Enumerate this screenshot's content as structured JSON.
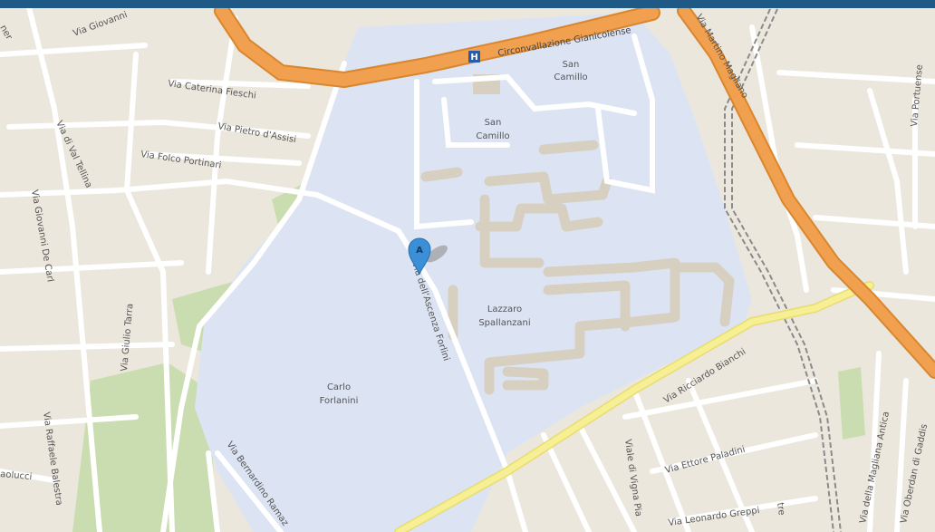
{
  "colors": {
    "land": "#ece7dd",
    "road": "#ffffff",
    "park": "#c9ddb0",
    "hospital": "#dce4f4",
    "building": "#d7cfc0",
    "highway": "#f0a04e",
    "highway_edge": "#d9862f",
    "yellow_road": "#f6ef93",
    "railway": "#8a8a8a",
    "marker": "#3a8fd6",
    "top_bar": "#1e5a85"
  },
  "marker": {
    "label": "A"
  },
  "hospital_sign": "H",
  "areas": {
    "san_camillo_top": [
      "San",
      "Camillo"
    ],
    "san_camillo_mid": [
      "San",
      "Camillo"
    ],
    "lazzaro": [
      "Lazzaro",
      "Spallanzani"
    ],
    "carlo": [
      "Carlo",
      "Forlanini"
    ]
  },
  "streets": {
    "circonvallazione": "Circonvallazione Gianicolense",
    "via_giovanni": "Via Giovanni",
    "via_caterina": "Via Caterina Fieschi",
    "via_pietro": "Via Pietro d'Assisi",
    "via_folco": "Via Folco Portinari",
    "via_val_tellina": "Via di Val Tellina",
    "via_giovanni_decarl": "Via Giovanni De Carl",
    "via_giulio": "Via Giulio Tarra",
    "via_raffaele": "Via Raffaele Balestra",
    "paolucci": "aolucci",
    "via_bernardino": "Via Bernardino Ramaz",
    "via_portuense": "Via Portuense",
    "via_ricciardo": "Via Ricciardo Bianchi",
    "viale_vigna_pia": "Viale di Vigna Pia",
    "via_ettore": "Via Ettore Paladini",
    "via_leonardo": "Via Leonardo Greppi",
    "via_magliana": "Via della Magliana Antica",
    "via_oberdan": "Via Oberdan di Gaddis",
    "via_mariano": "Via Martino Magliano",
    "via_ascenza": "Via dell'Ascenza Forlini",
    "far_left": "ner",
    "via_tre": "tre"
  }
}
